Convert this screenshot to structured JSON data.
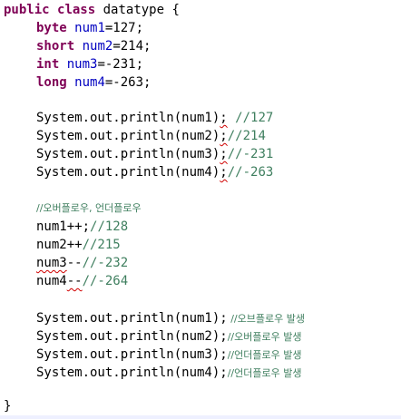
{
  "editor": {
    "class_decl": {
      "kw_public": "public",
      "kw_class": "class",
      "name": " datatype {"
    },
    "declarations": [
      {
        "type": "byte",
        "var": "num1",
        "rest": "=127;"
      },
      {
        "type": "short",
        "var": "num2",
        "rest": "=214;"
      },
      {
        "type": "int",
        "var": "num3",
        "rest": "=-231;"
      },
      {
        "type": "long",
        "var": "num4",
        "rest": "=-263;"
      }
    ],
    "prints1": [
      {
        "code": "System.out.println(num1)",
        "semi": ";",
        "comment": " //127"
      },
      {
        "code": "System.out.println(num2)",
        "semi": ";",
        "comment": "//214"
      },
      {
        "code": "System.out.println(num3)",
        "semi": ";",
        "comment": "//-231"
      },
      {
        "code": "System.out.println(num4)",
        "semi": ";",
        "comment": "//-263"
      }
    ],
    "overflow_comment": "//오버플로우, 언더플로우",
    "increments": [
      {
        "stmt": "num1++;",
        "comment": "//128"
      },
      {
        "stmt": "num2++",
        "comment": "//215"
      },
      {
        "stmt_a": "num3",
        "stmt_b": "--",
        "comment": "//-232"
      },
      {
        "stmt_a": "num4",
        "stmt_b": "--",
        "comment": "//-264"
      }
    ],
    "prints2": [
      {
        "code": "System.out.println(num1);",
        "comment": " //오브플로우 발생"
      },
      {
        "code": "System.out.println(num2);",
        "comment": "//오버플로우 발생"
      },
      {
        "code": "System.out.println(num3);",
        "comment": "//언더플로우 발생"
      },
      {
        "code": "System.out.println(num4);",
        "comment": "//언더플로우 발생"
      }
    ],
    "closing_brace": "}"
  }
}
